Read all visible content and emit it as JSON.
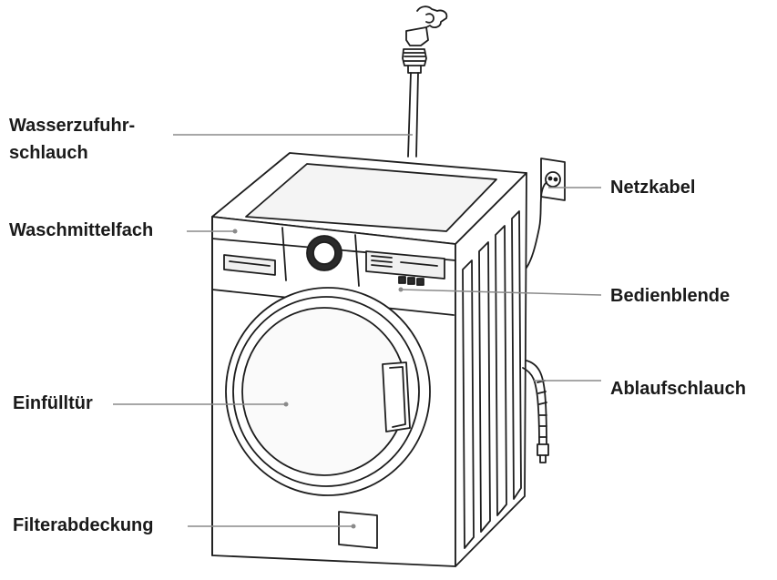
{
  "labels": {
    "water_supply_line1": "Wasserzufuhr-",
    "water_supply_line2": "schlauch",
    "detergent_drawer": "Waschmittelfach",
    "loading_door": "Einfülltür",
    "filter_cover": "Filterabdeckung",
    "power_cable": "Netzkabel",
    "control_panel": "Bedienblende",
    "drain_hose": "Ablaufschlauch"
  },
  "colors": {
    "line": "#1e1e1e",
    "leader": "#8a8a8a",
    "fill": "#ffffff"
  }
}
